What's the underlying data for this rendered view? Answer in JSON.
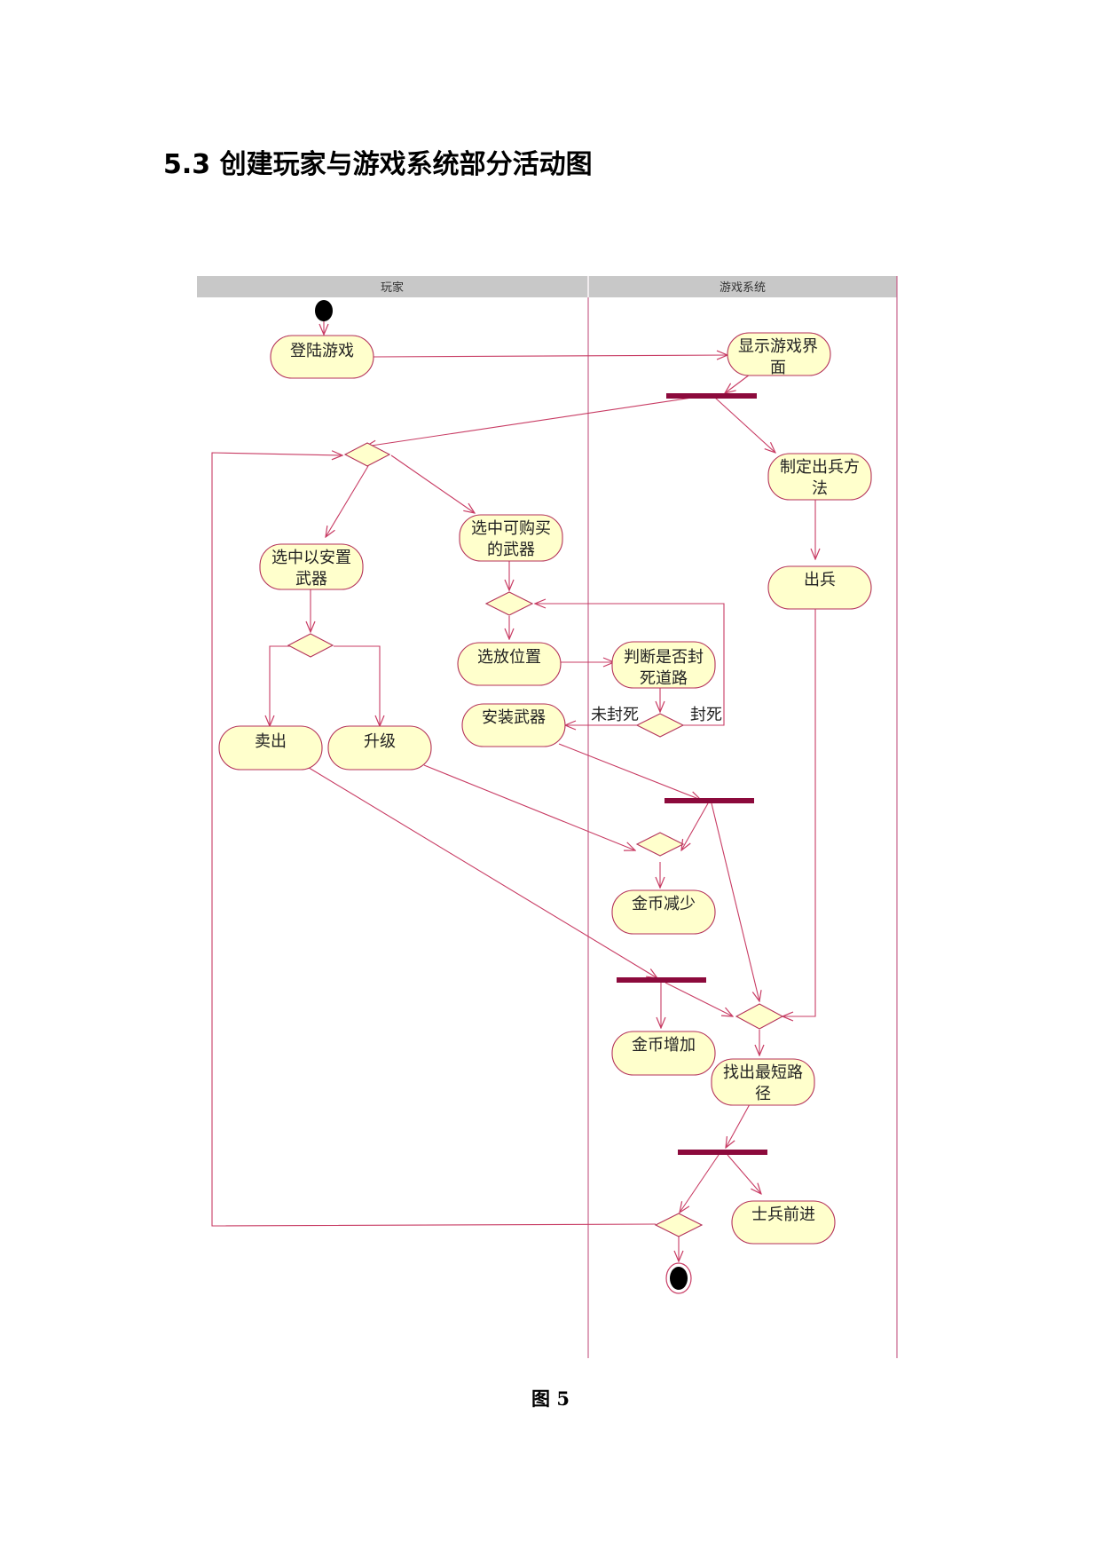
{
  "heading": "5.3  创建玩家与游戏系统部分活动图",
  "caption": "图 5",
  "diagram": {
    "lanes": [
      "玩家",
      "游戏系统"
    ],
    "activities": {
      "login": "登陆游戏",
      "show_ui": [
        "显示游戏界",
        "面"
      ],
      "select_placed": [
        "选中以安置",
        "武器"
      ],
      "select_buy": [
        "选中可购买",
        "的武器"
      ],
      "make_plan": [
        "制定出兵方",
        "法"
      ],
      "send_troops": "出兵",
      "choose_position": "选放位置",
      "judge_block": [
        "判断是否封",
        "死道路"
      ],
      "install_weapon": "安装武器",
      "sell": "卖出",
      "upgrade": "升级",
      "coins_decrease": "金币减少",
      "coins_increase": "金币增加",
      "find_path": [
        "找出最短路",
        "径"
      ],
      "soldiers_advance": "士兵前进"
    },
    "guards": {
      "not_blocked": "未封死",
      "blocked": "封死"
    },
    "colors": {
      "lane_header": "#c8c8c8",
      "activity_fill": "#ffffcc",
      "activity_stroke": "#b4325a",
      "edge": "#c83c64",
      "fork_bar": "#8c0a3c",
      "lane_line": "#c8648c"
    }
  }
}
